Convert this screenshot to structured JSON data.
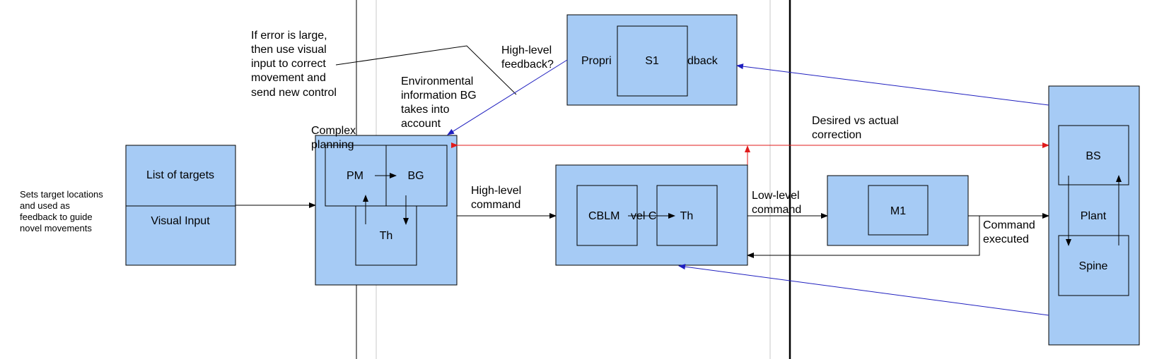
{
  "notes": {
    "sets_target": [
      "Sets target locations",
      "and used as",
      "feedback to guide",
      "novel movements"
    ],
    "if_error": [
      "If error is large,",
      "then use visual",
      "input to correct",
      "movement and",
      "send new control"
    ],
    "environmental": [
      "Environmental",
      "information BG",
      "takes into",
      "account"
    ],
    "high_level_feedback": [
      "High-level",
      "feedback?"
    ],
    "complex_planning": [
      "Complex",
      "planning"
    ],
    "high_level_command": [
      "High-level",
      "command"
    ],
    "low_level_command": [
      "Low-level",
      "command"
    ],
    "desired_vs_actual": [
      "Desired vs actual",
      "correction"
    ],
    "command_executed": [
      "Command",
      "executed"
    ]
  },
  "blocks": {
    "list_of_targets": "List of targets",
    "visual_input": "Visual Input",
    "pm": "PM",
    "bg": "BG",
    "th_planning": "Th",
    "proprio_left": "Propri",
    "proprio_right": "dback",
    "s1": "S1",
    "cblm": "CBLM",
    "cblm_hidden": "vel C",
    "th_cblm": "Th",
    "m1": "M1",
    "bs": "BS",
    "plant": "Plant",
    "spine": "Spine"
  },
  "colors": {
    "box_fill": "#a6cbf5",
    "feedback_arrow": "#1f1fbf",
    "correction_arrow": "#e01b1b"
  }
}
